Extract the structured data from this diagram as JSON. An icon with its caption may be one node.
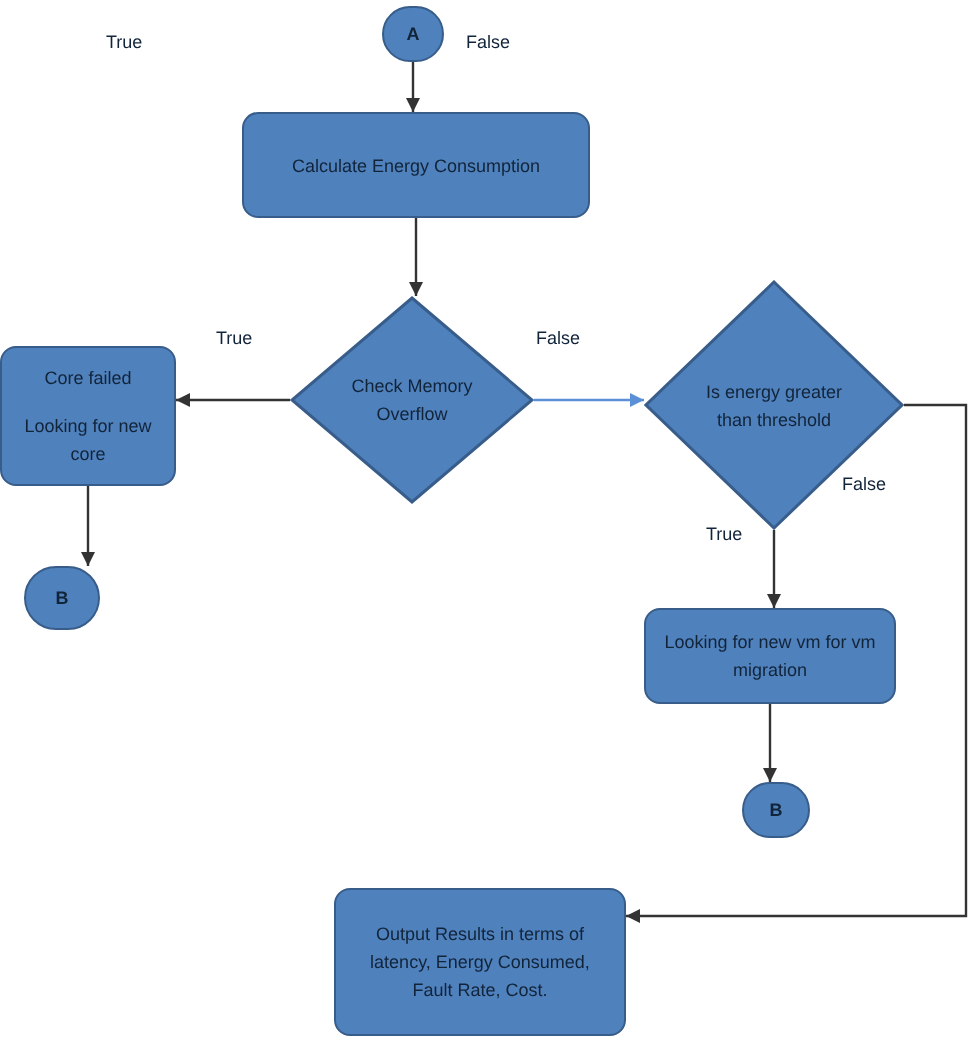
{
  "diagram": {
    "nodes": [
      {
        "text": [
          "A"
        ]
      },
      {
        "text": [
          "Calculate Energy Consumption"
        ]
      },
      {
        "text": [
          "Check Memory Overflow"
        ]
      },
      {
        "text": [
          "Core failed",
          "Looking for new core"
        ]
      },
      {
        "text": [
          "B"
        ]
      },
      {
        "text": [
          "Is energy greater than threshold"
        ]
      },
      {
        "text": [
          "Looking for new vm for vm migration"
        ]
      },
      {
        "text": [
          "B"
        ]
      },
      {
        "text": [
          "Output Results in terms of latency, Energy Consumed, Fault Rate, Cost."
        ]
      }
    ],
    "edges": [
      {
        "from": 0,
        "to": 1,
        "arrow": "to"
      },
      {
        "from": 1,
        "to": 2,
        "arrow": "to"
      },
      {
        "from": 2,
        "to": 3,
        "arrow": "to",
        "label": "True"
      },
      {
        "from": 2,
        "to": 5,
        "arrow": "to",
        "label": "False",
        "color": "#5b8fd6"
      },
      {
        "from": 3,
        "to": 4,
        "arrow": "to"
      },
      {
        "from": 5,
        "to": 6,
        "arrow": "to",
        "label": "True"
      },
      {
        "from": 6,
        "to": 7,
        "arrow": "to"
      },
      {
        "from": 5,
        "to": 8,
        "arrow": "to",
        "label": "False"
      }
    ],
    "labels": [
      "True",
      "False"
    ]
  }
}
